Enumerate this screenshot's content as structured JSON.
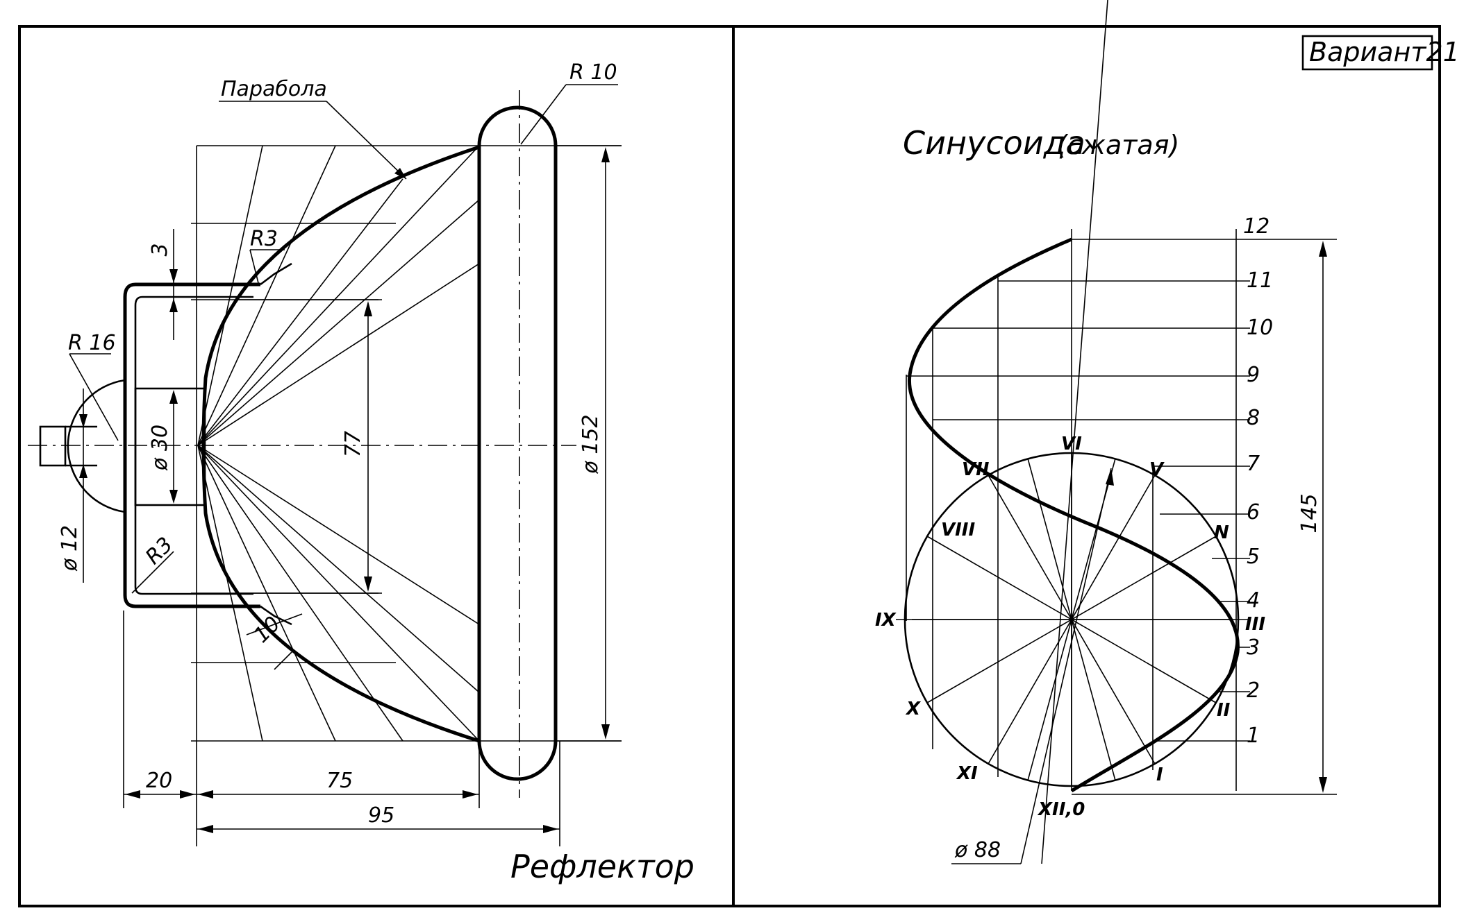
{
  "variant": "Вариант21",
  "reflector": {
    "title": "Рефлектор",
    "parabola_label": "Парабола",
    "dims": {
      "r10": "R 10",
      "r3_top": "R3",
      "r3_bottom": "R3",
      "r16": "R 16",
      "three": "3",
      "d30": "ø 30",
      "d12": "ø 12",
      "seventy_seven": "77",
      "d152": "ø 152",
      "ten": "10",
      "twenty": "20",
      "seventy_five": "75",
      "ninety_five": "95"
    }
  },
  "sinusoid": {
    "title": "Синусоида",
    "subtitle": "(сжатая)",
    "diameter": "ø 88",
    "height_dim": "145",
    "levels": [
      "1",
      "2",
      "3",
      "4",
      "5",
      "6",
      "7",
      "8",
      "9",
      "10",
      "11",
      "12"
    ],
    "circle_points": [
      "I",
      "II",
      "III",
      "N",
      "V",
      "VI",
      "VII",
      "VIII",
      "IX",
      "X",
      "XI",
      "XII,0"
    ]
  }
}
